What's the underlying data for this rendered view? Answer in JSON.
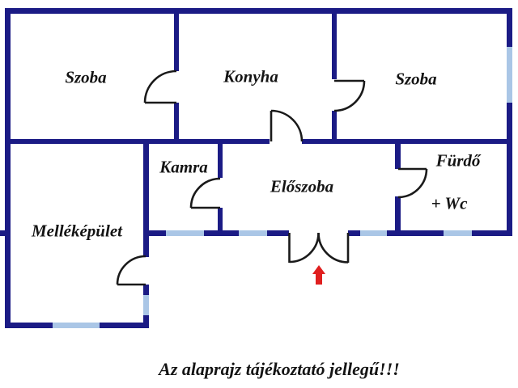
{
  "title": "Floor plan (alaprajz)",
  "colors": {
    "wall": "#1b1b85",
    "window": "#aac6e6",
    "door_line": "#1a1a1a",
    "arrow": "#e01f1f",
    "label": "#141414",
    "background": "#ffffff"
  },
  "rooms": [
    {
      "id": "szoba-left",
      "label": "Szoba"
    },
    {
      "id": "konyha",
      "label": "Konyha"
    },
    {
      "id": "szoba-right",
      "label": "Szoba"
    },
    {
      "id": "kamra",
      "label": "Kamra"
    },
    {
      "id": "eloszoba",
      "label": "Előszoba"
    },
    {
      "id": "furdo",
      "label": "Fürdő"
    },
    {
      "id": "wc",
      "label": "+ Wc"
    },
    {
      "id": "mellekepulet",
      "label": "Melléképület"
    }
  ],
  "entrance": {
    "marker": "red-arrow-up"
  },
  "caption": {
    "text": "Az alaprajz tájékoztató jellegű!!!"
  }
}
